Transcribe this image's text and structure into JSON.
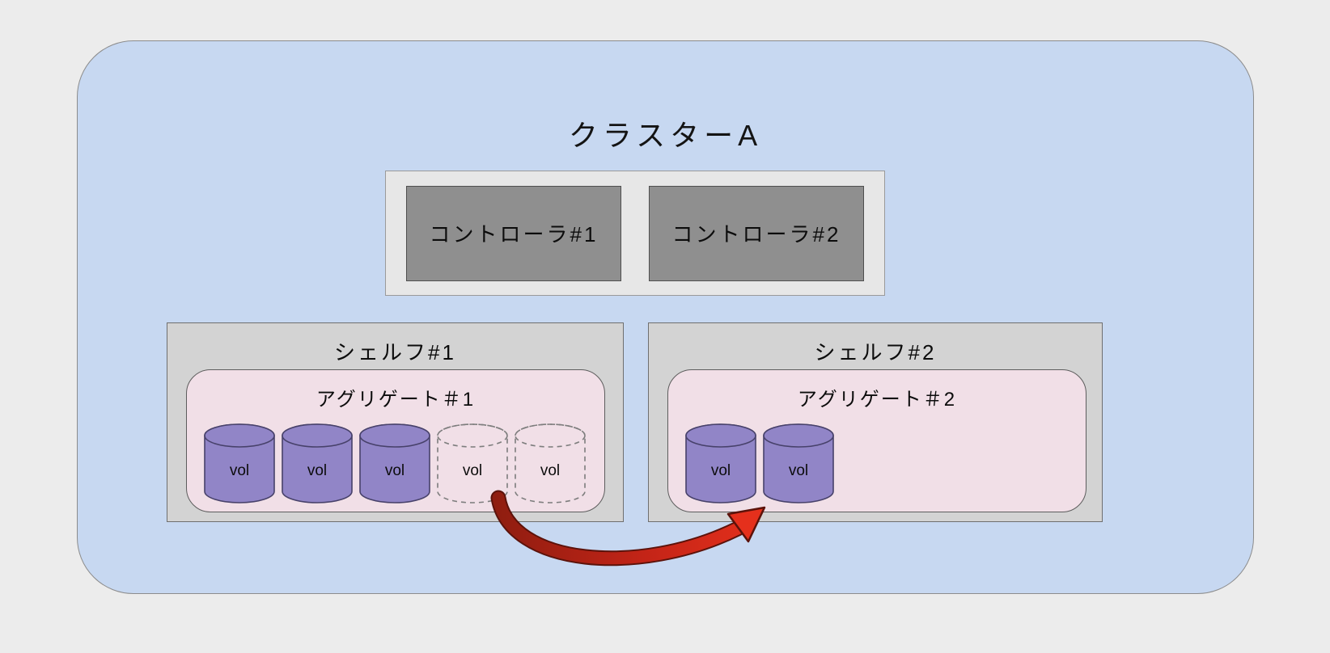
{
  "cluster": {
    "title": "クラスターA"
  },
  "controllers": {
    "items": [
      {
        "label": "コントローラ#1"
      },
      {
        "label": "コントローラ#2"
      }
    ]
  },
  "shelves": [
    {
      "label": "シェルフ#1",
      "aggregate": {
        "label": "アグリゲート＃1"
      },
      "volumes": [
        {
          "label": "vol",
          "style": "solid"
        },
        {
          "label": "vol",
          "style": "solid"
        },
        {
          "label": "vol",
          "style": "solid"
        },
        {
          "label": "vol",
          "style": "dashed"
        },
        {
          "label": "vol",
          "style": "dashed"
        }
      ]
    },
    {
      "label": "シェルフ#2",
      "aggregate": {
        "label": "アグリゲート＃2"
      },
      "volumes": [
        {
          "label": "vol",
          "style": "solid"
        },
        {
          "label": "vol",
          "style": "solid"
        }
      ]
    }
  ],
  "colors": {
    "background": "#ececec",
    "cluster_fill": "#c7d8f1",
    "controller_fill": "#8f8f8f",
    "shelf_fill": "#d3d3d3",
    "aggregate_fill": "#f1dfe7",
    "volume_fill": "#9185c7",
    "arrow_red": "#d92b1c"
  }
}
